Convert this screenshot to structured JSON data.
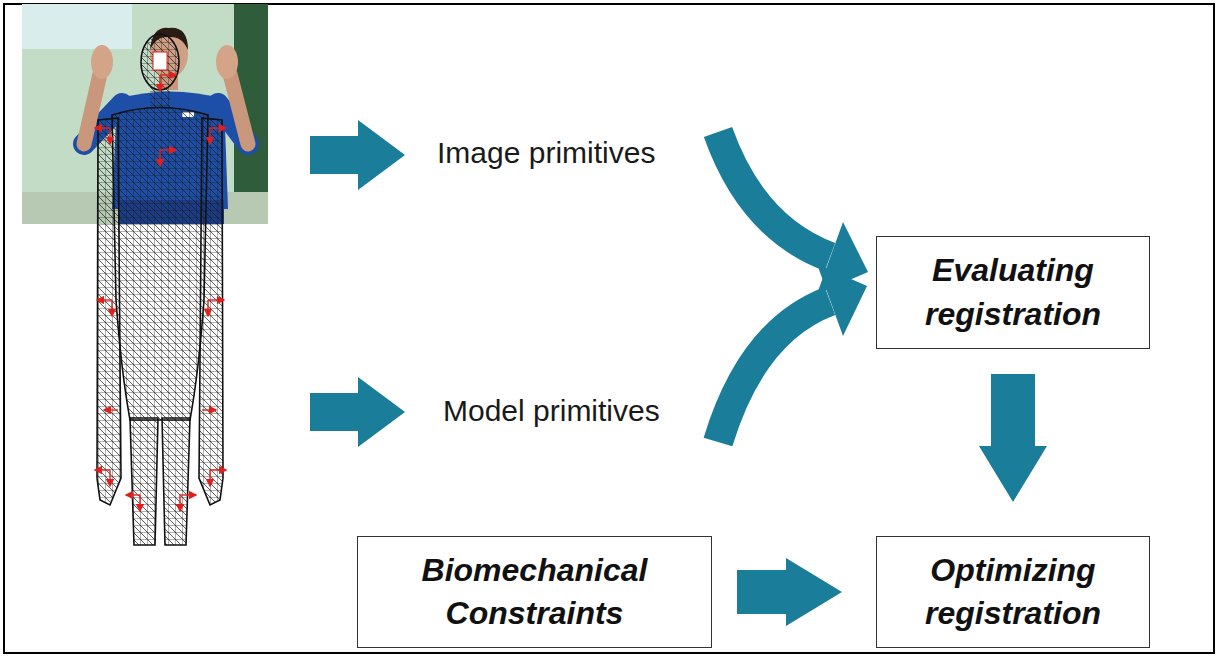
{
  "diagram": {
    "nodes": [
      {
        "text": [
          "Evaluating registration"
        ]
      },
      {
        "text": [
          "Biomechanical Constraints"
        ]
      },
      {
        "text": [
          "Optimizing registration"
        ]
      }
    ],
    "edges": [
      {
        "from": 0,
        "to": 2,
        "arrow": "to"
      },
      {
        "from": 1,
        "to": 2,
        "arrow": "to"
      }
    ],
    "labels": [
      "Image primitives",
      "Model primitives"
    ]
  }
}
